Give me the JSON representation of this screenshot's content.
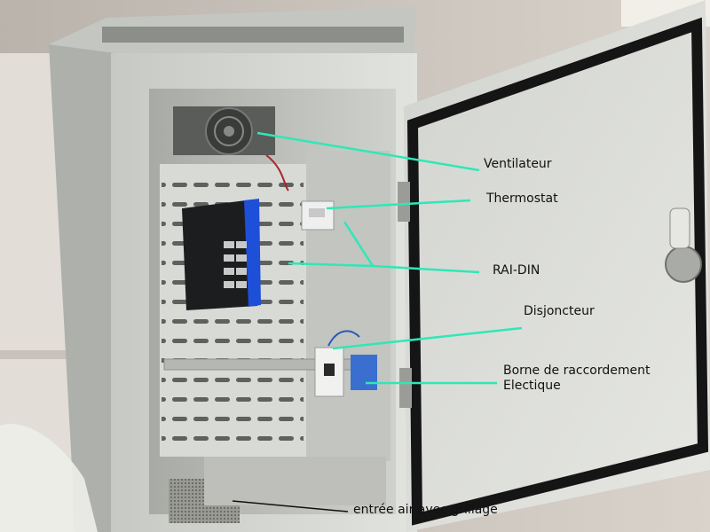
{
  "photo": {
    "subject": "",
    "labels": {
      "fan": "Ventilateur",
      "thermostat": "Thermostat",
      "din_rail": "RAI-DIN",
      "breaker": "Disjoncteur",
      "terminal_line1": "Borne de raccordement",
      "terminal_line2": "Electique",
      "air_inlet": "entrée air avec grillage"
    },
    "colors": {
      "leader_line": "#2ee8b6",
      "leader_line_dark": "#111111",
      "switch_accent": "#1e4fd8",
      "cabinet": "#d4d6d2",
      "door_gasket": "#151515"
    }
  }
}
